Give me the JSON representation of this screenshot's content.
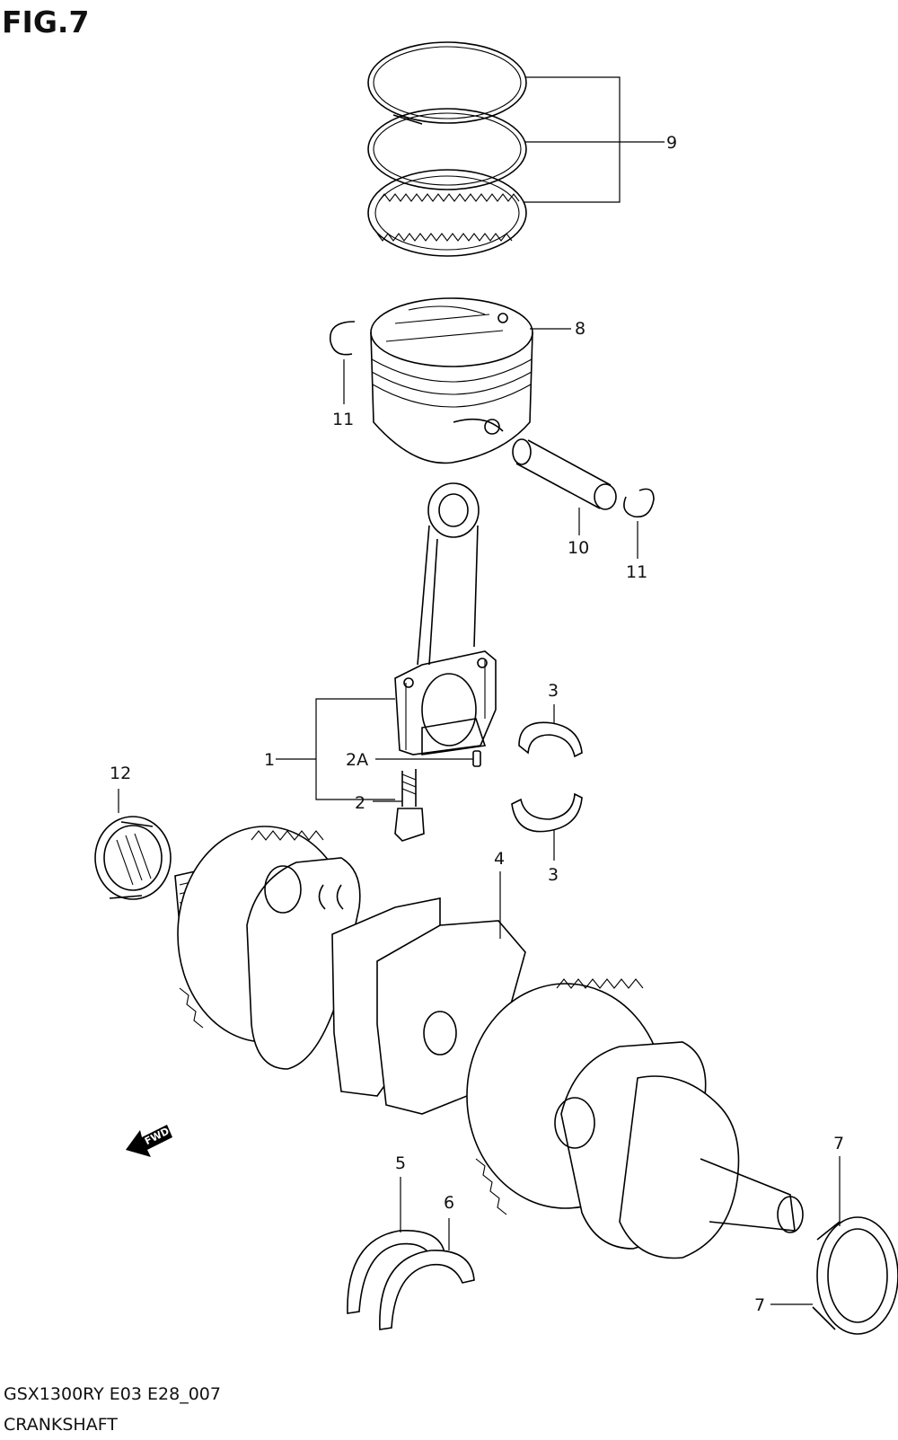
{
  "figure": {
    "title": "FIG.7"
  },
  "footer": {
    "code": "GSX1300RY E03 E28_007",
    "name": "CRANKSHAFT"
  },
  "fwd_arrow": {
    "text": "FWD"
  },
  "callouts": {
    "c1": "1",
    "c2": "2",
    "c2a": "2A",
    "c3_top": "3",
    "c3_bottom": "3",
    "c4": "4",
    "c5": "5",
    "c6": "6",
    "c7_top": "7",
    "c7_bottom": "7",
    "c8": "8",
    "c9": "9",
    "c10": "10",
    "c11_left": "11",
    "c11_right": "11",
    "c12": "12"
  }
}
